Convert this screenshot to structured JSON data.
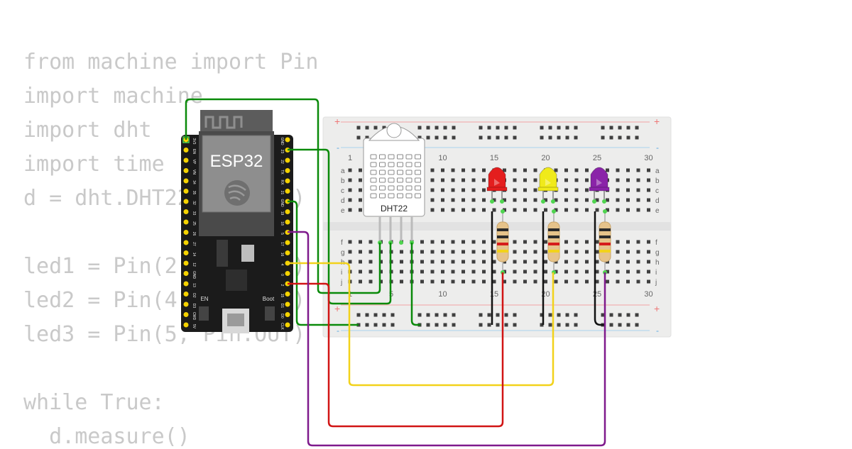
{
  "code": {
    "lines": [
      "from machine import Pin",
      "import machine",
      "import dht",
      "import time",
      "d = dht.DHT22(Pin(15))",
      "",
      "led1 = Pin(2, Pin.OUT)",
      "led2 = Pin(4, Pin.OUT)",
      "led3 = Pin(5, Pin.OUT)",
      "",
      "while True:",
      "  d.measure()"
    ]
  },
  "esp32": {
    "label": "ESP32",
    "left_pins": [
      "3V3",
      "EN",
      "VP",
      "VN",
      "34",
      "35",
      "32",
      "33",
      "25",
      "26",
      "27",
      "14",
      "12",
      "GND",
      "13",
      "D2",
      "D3",
      "CMD",
      "5V"
    ],
    "right_pins": [
      "GND",
      "23",
      "22",
      "TX",
      "RX",
      "21",
      "GND",
      "19",
      "18",
      "5",
      "17",
      "16",
      "4",
      "0",
      "2",
      "15",
      "D1",
      "D0",
      "CLK"
    ],
    "button_en": "EN",
    "button_boot": "Boot"
  },
  "sensor": {
    "label": "DHT22"
  },
  "breadboard": {
    "col_numbers": [
      "1",
      "5",
      "10",
      "15",
      "20",
      "25",
      "30"
    ],
    "rows_top": [
      "a",
      "b",
      "c",
      "d",
      "e"
    ],
    "rows_bottom": [
      "f",
      "g",
      "h",
      "i",
      "j"
    ],
    "rail_plus": "+",
    "rail_minus": "-"
  },
  "leds": [
    {
      "name": "red-led",
      "color": "#e41e1e"
    },
    {
      "name": "yellow-led",
      "color": "#f0ea1a"
    },
    {
      "name": "purple-led",
      "color": "#8a24a8"
    }
  ],
  "wire_colors": {
    "green": "#0a8a0a",
    "yellow": "#f2d21b",
    "red": "#d11414",
    "purple": "#7f1a8c",
    "black": "#111111"
  }
}
